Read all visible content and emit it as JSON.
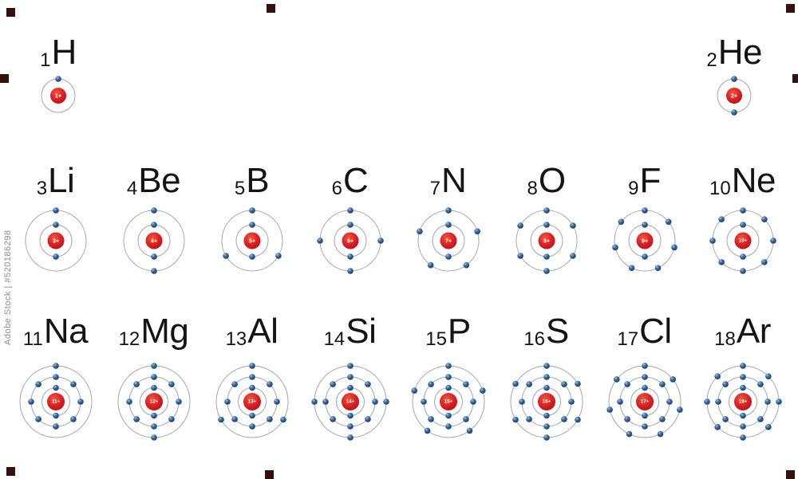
{
  "watermark": {
    "text": "Adobe Stock | #520186298"
  },
  "colors": {
    "background": "#ffffff",
    "nucleus_red": "#dd1f23",
    "electron_blue": "#36689f",
    "orbit_gray": "#a6a6a6",
    "label_text": "#141414",
    "nucleus_label_text": "#ffffff",
    "watermark_square": "#36100b",
    "watermark_text": "#8c8c8c"
  },
  "rows": [
    {
      "name": "period-1",
      "elements": [
        {
          "symbol": "H",
          "atomic_number": "1",
          "nucleus_label": "1+",
          "shells": [
            1
          ]
        },
        {
          "symbol": "He",
          "atomic_number": "2",
          "nucleus_label": "2+",
          "shells": [
            2
          ]
        }
      ]
    },
    {
      "name": "period-2",
      "elements": [
        {
          "symbol": "Li",
          "atomic_number": "3",
          "nucleus_label": "3+",
          "shells": [
            2,
            1
          ]
        },
        {
          "symbol": "Be",
          "atomic_number": "4",
          "nucleus_label": "4+",
          "shells": [
            2,
            2
          ]
        },
        {
          "symbol": "B",
          "atomic_number": "5",
          "nucleus_label": "5+",
          "shells": [
            2,
            3
          ]
        },
        {
          "symbol": "C",
          "atomic_number": "6",
          "nucleus_label": "6+",
          "shells": [
            2,
            4
          ]
        },
        {
          "symbol": "N",
          "atomic_number": "7",
          "nucleus_label": "7+",
          "shells": [
            2,
            5
          ]
        },
        {
          "symbol": "O",
          "atomic_number": "8",
          "nucleus_label": "8+",
          "shells": [
            2,
            6
          ]
        },
        {
          "symbol": "F",
          "atomic_number": "9",
          "nucleus_label": "9+",
          "shells": [
            2,
            7
          ]
        },
        {
          "symbol": "Ne",
          "atomic_number": "10",
          "nucleus_label": "10+",
          "shells": [
            2,
            8
          ]
        }
      ]
    },
    {
      "name": "period-3",
      "elements": [
        {
          "symbol": "Na",
          "atomic_number": "11",
          "nucleus_label": "11+",
          "shells": [
            2,
            8,
            1
          ]
        },
        {
          "symbol": "Mg",
          "atomic_number": "12",
          "nucleus_label": "12+",
          "shells": [
            2,
            8,
            2
          ]
        },
        {
          "symbol": "Al",
          "atomic_number": "13",
          "nucleus_label": "13+",
          "shells": [
            2,
            8,
            3
          ]
        },
        {
          "symbol": "Si",
          "atomic_number": "14",
          "nucleus_label": "14+",
          "shells": [
            2,
            8,
            4
          ]
        },
        {
          "symbol": "P",
          "atomic_number": "15",
          "nucleus_label": "15+",
          "shells": [
            2,
            8,
            5
          ]
        },
        {
          "symbol": "S",
          "atomic_number": "16",
          "nucleus_label": "16+",
          "shells": [
            2,
            8,
            6
          ]
        },
        {
          "symbol": "Cl",
          "atomic_number": "17",
          "nucleus_label": "17+",
          "shells": [
            2,
            8,
            7
          ]
        },
        {
          "symbol": "Ar",
          "atomic_number": "18",
          "nucleus_label": "18+",
          "shells": [
            2,
            8,
            8
          ]
        }
      ]
    }
  ]
}
